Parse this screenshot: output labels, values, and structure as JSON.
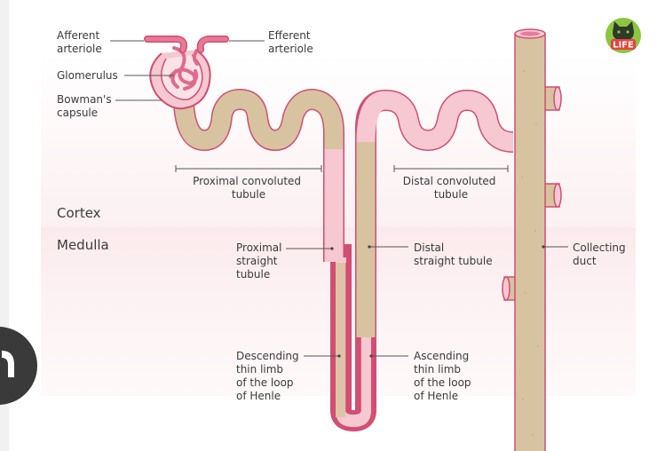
{
  "zones": {
    "cortex": "Cortex",
    "medulla": "Medulla"
  },
  "labels": {
    "afferent": [
      "Afferent",
      "arteriole"
    ],
    "efferent": [
      "Efferent",
      "arteriole"
    ],
    "glomerulus": [
      "Glomerulus"
    ],
    "bowman": [
      "Bowman's",
      "capsule"
    ],
    "pct": [
      "Proximal convoluted",
      "tubule"
    ],
    "dct": [
      "Distal convoluted",
      "tubule"
    ],
    "pst": [
      "Proximal",
      "straight",
      "tubule"
    ],
    "dst": [
      "Distal",
      "straight tubule"
    ],
    "collecting": [
      "Collecting",
      "duct"
    ],
    "descending": [
      "Descending",
      "thin limb",
      "of the loop",
      "of Henle"
    ],
    "ascending": [
      "Ascending",
      "thin limb",
      "of the loop",
      "of Henle"
    ]
  },
  "badge": {
    "text": "LIFE",
    "color": "#8cc63f"
  },
  "colors": {
    "tan": "#d8c3a0",
    "pink": "#f6c8d2",
    "outline": "#d24e72",
    "medulla_band": "#fbe9ec",
    "cortex_band": "#fdf3f5"
  }
}
